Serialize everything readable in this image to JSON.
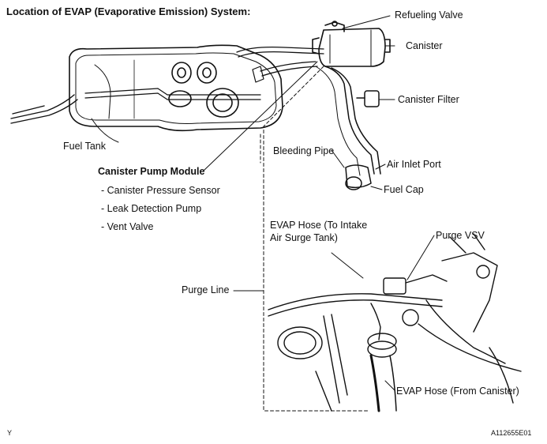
{
  "title": "Location of EVAP (Evaporative Emission) System:",
  "labels": {
    "refueling_valve": "Refueling Valve",
    "canister": "Canister",
    "canister_filter": "Canister Filter",
    "fuel_tank": "Fuel Tank",
    "bleeding_pipe": "Bleeding Pipe",
    "air_inlet_port": "Air Inlet Port",
    "fuel_cap": "Fuel Cap",
    "canister_pump_module": "Canister Pump Module",
    "evap_hose_intake_line1": "EVAP Hose (To Intake",
    "evap_hose_intake_line2": "Air Surge Tank)",
    "purge_vsv": "Purge VSV",
    "purge_line": "Purge Line",
    "evap_hose_canister": "EVAP Hose (From Canister)"
  },
  "pump_module_parts": [
    "- Canister Pressure Sensor",
    "- Leak Detection Pump",
    "- Vent Valve"
  ],
  "corner_left": "Y",
  "corner_right": "A112655E01"
}
